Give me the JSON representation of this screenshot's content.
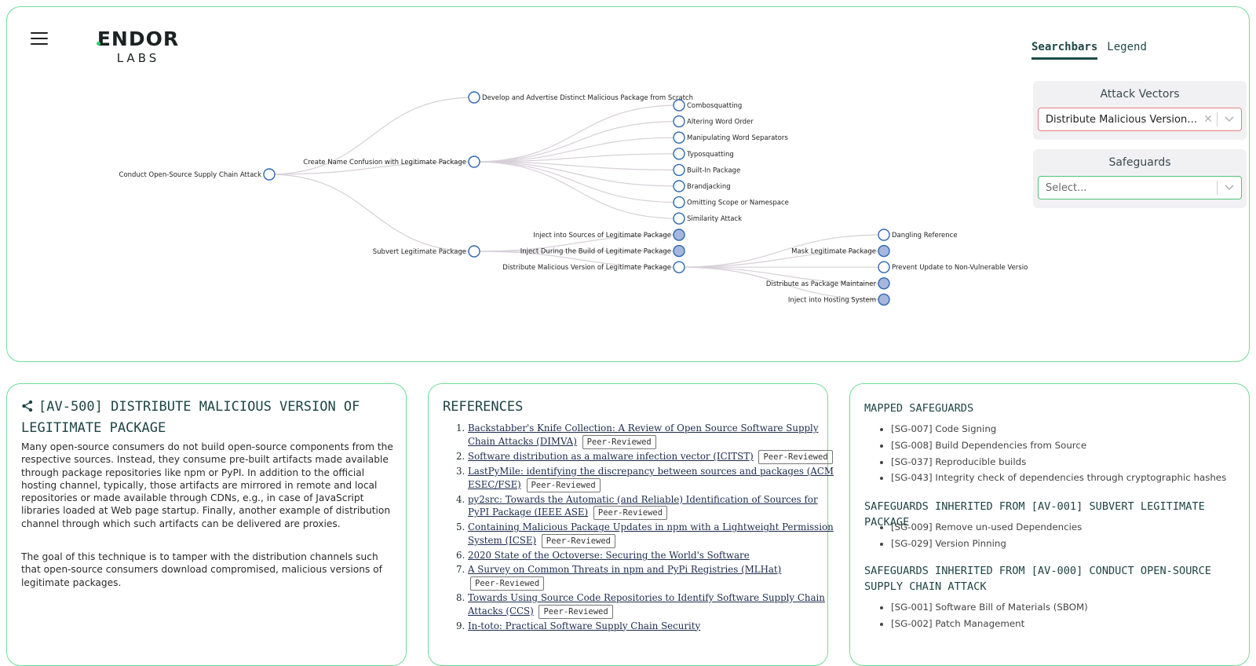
{
  "brand": {
    "name_main": "ENDOR",
    "name_sub": "LABS"
  },
  "tabs": [
    {
      "label": "Searchbars",
      "active": true
    },
    {
      "label": "Legend",
      "active": false
    }
  ],
  "filters": {
    "attack": {
      "title": "Attack Vectors",
      "value": "Distribute Malicious Version of Legitimate Package"
    },
    "safe": {
      "title": "Safeguards",
      "placeholder": "Select..."
    }
  },
  "tree": {
    "root": "Conduct Open-Source Supply Chain Attack",
    "level1": {
      "develop": "Develop and Advertise Distinct Malicious Package from Scratch",
      "confusion": "Create Name Confusion with Legitimate Package",
      "subvert": "Subvert Legitimate Package"
    },
    "confusion_children": [
      "Combosquatting",
      "Altering Word Order",
      "Manipulating Word Separators",
      "Typosquatting",
      "Built-In Package",
      "Brandjacking",
      "Omitting Scope or Namespace",
      "Similarity Attack"
    ],
    "subvert_children": [
      "Inject into Sources of Legitimate Package",
      "Inject During the Build of Legitimate Package",
      "Distribute Malicious Version of Legitimate Package"
    ],
    "distribute_children": [
      "Dangling Reference",
      "Mask Legitimate Package",
      "Prevent Update to Non-Vulnerable Version",
      "Distribute as Package Maintainer",
      "Inject into Hosting System"
    ],
    "colors": {
      "link": "#d7d0d8",
      "node_stroke": "#2d67b3",
      "node_fill_open": "#ffffff",
      "node_fill_closed": "#a6b7dd"
    }
  },
  "details": {
    "title": "[AV-500] DISTRIBUTE MALICIOUS VERSION OF LEGITIMATE PACKAGE",
    "p1": "Many open-source consumers do not build open-source components from the respective sources. Instead, they consume pre-built artifacts made available through package repositories like npm or PyPI. In addition to the official hosting channel, typically, those artifacts are mirrored in remote and local repositories or made available through CDNs, e.g., in case of JavaScript libraries loaded at Web page startup. Finally, another example of distribution channel through which such artifacts can be delivered are proxies.",
    "p2": "The goal of this technique is to tamper with the distribution channels such that open-source consumers download compromised, malicious versions of legitimate packages."
  },
  "references": {
    "title": "REFERENCES",
    "badge": "Peer-Reviewed",
    "items": [
      {
        "text": "Backstabber's Knife Collection: A Review of Open Source Software Supply Chain Attacks (DIMVA)",
        "badge": "Peer-Reviewed"
      },
      {
        "text": "Software distribution as a malware infection vector (ICITST)",
        "badge": "Peer-Reviewed"
      },
      {
        "text": "LastPyMile: identifying the discrepancy between sources and packages (ACM ESEC/FSE)",
        "badge": "Peer-Reviewed"
      },
      {
        "text": "py2src: Towards the Automatic (and Reliable) Identification of Sources for PyPI Package (IEEE ASE)",
        "badge": "Peer-Reviewed"
      },
      {
        "text": "Containing Malicious Package Updates in npm with a Lightweight Permission System (ICSE)",
        "badge": "Peer-Reviewed"
      },
      {
        "text": "2020 State of the Octoverse: Securing the World's Software",
        "badge": ""
      },
      {
        "text": "A Survey on Common Threats in npm and PyPi Registries (MLHat)",
        "badge": "Peer-Reviewed"
      },
      {
        "text": "Towards Using Source Code Repositories to Identify Software Supply Chain Attacks (CCS)",
        "badge": "Peer-Reviewed"
      },
      {
        "text": "In-toto: Practical Software Supply Chain Security",
        "badge": ""
      }
    ]
  },
  "safeguards": {
    "mapped_title": "MAPPED SAFEGUARDS",
    "mapped": [
      "[SG-007] Code Signing",
      "[SG-008] Build Dependencies from Source",
      "[SG-037] Reproducible builds",
      "[SG-043] Integrity check of dependencies through cryptographic hashes"
    ],
    "inh1_title": "SAFEGUARDS INHERITED FROM [AV-001] SUBVERT LEGITIMATE PACKAGE",
    "inh1": [
      "[SG-009] Remove un-used Dependencies",
      "[SG-029] Version Pinning"
    ],
    "inh2_title": "SAFEGUARDS INHERITED FROM [AV-000] CONDUCT OPEN-SOURCE SUPPLY CHAIN ATTACK",
    "inh2": [
      "[SG-001] Software Bill of Materials (SBOM)",
      "[SG-002] Patch Management"
    ]
  }
}
